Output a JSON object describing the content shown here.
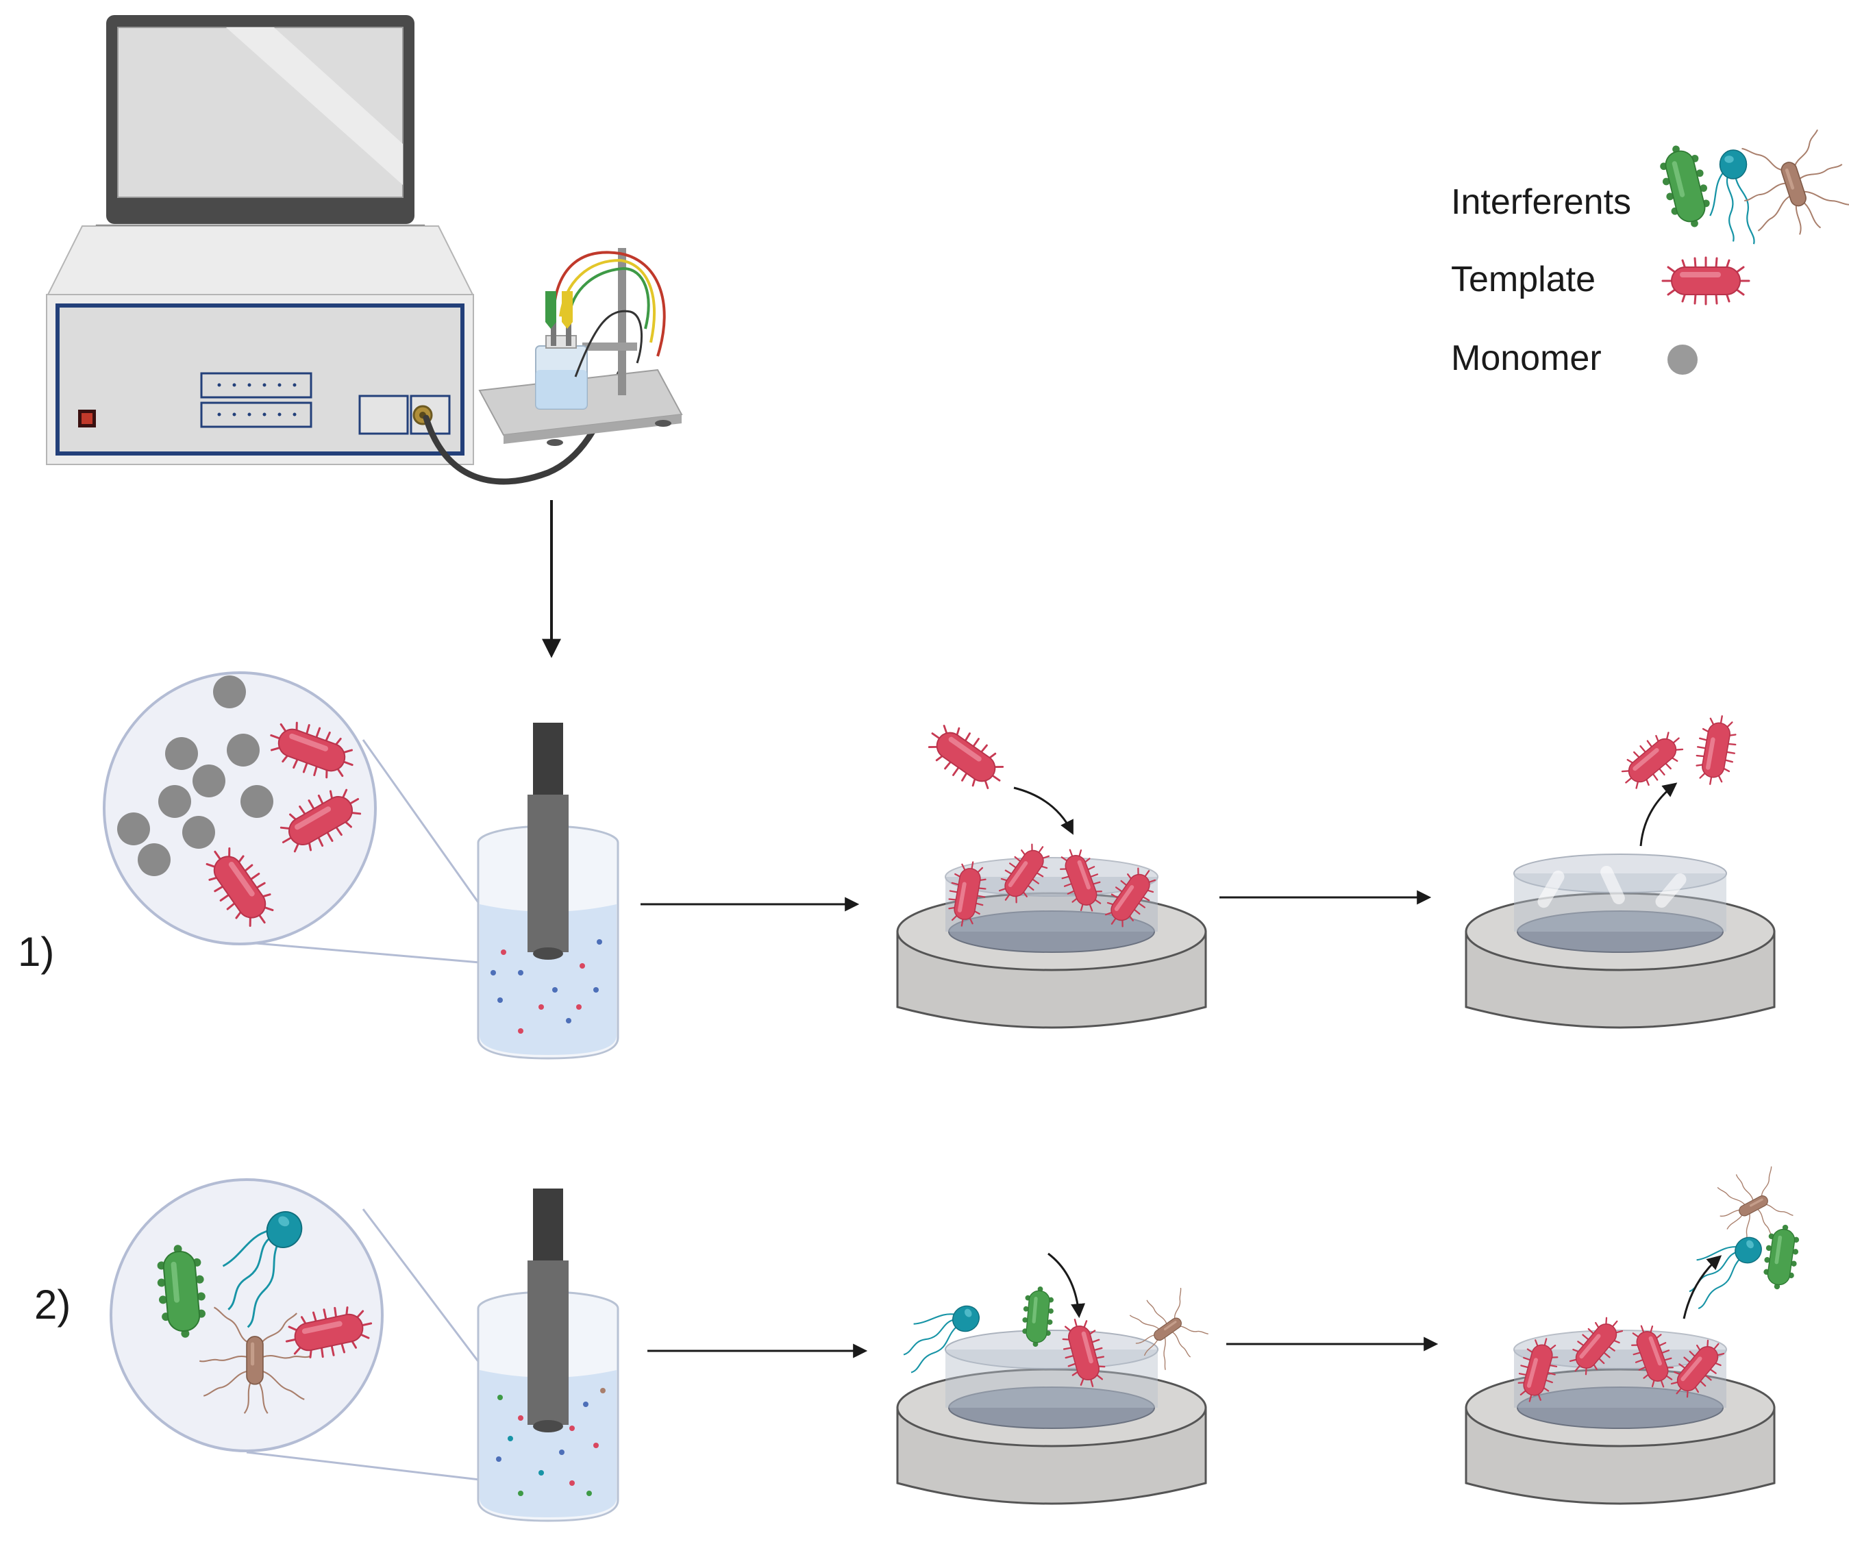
{
  "legend": {
    "interferents": "Interferents",
    "template": "Template",
    "monomer": "Monomer"
  },
  "steps": {
    "step1": "1)",
    "step2": "2)"
  },
  "colors": {
    "template": "#d9475f",
    "monomer": "#8c8c8c",
    "interferent_green": "#4aa14e",
    "interferent_teal": "#1794a6",
    "interferent_brown": "#a97f6c",
    "surface": "#c9c8c6",
    "chip": "#8f97a6"
  }
}
